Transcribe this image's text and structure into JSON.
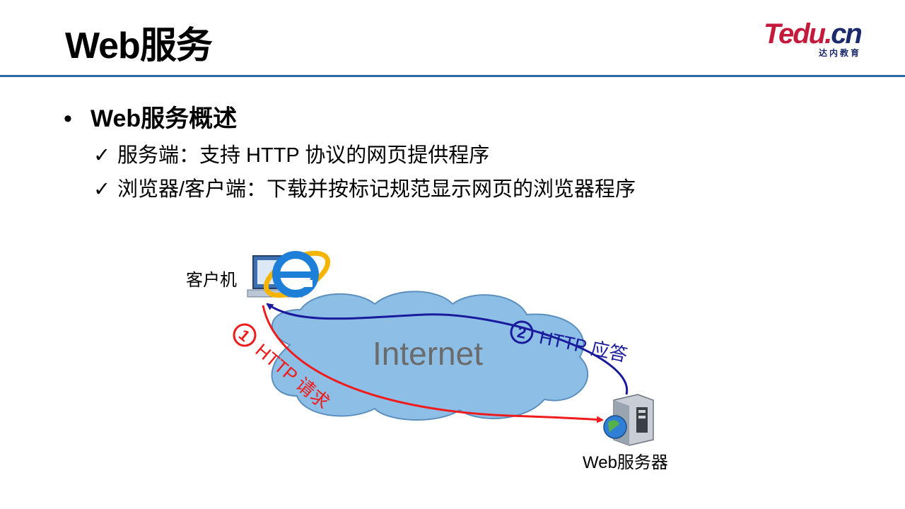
{
  "header": {
    "title": "Web服务",
    "logo_main": "Tedu.",
    "logo_cn": "cn",
    "logo_sub": "达内教育"
  },
  "content": {
    "bullet": "Web服务概述",
    "bullet_dot": "•",
    "check_mark": "✓",
    "items": [
      "服务端：支持 HTTP 协议的网页提供程序",
      "浏览器/客户端：下载并按标记规范显示网页的浏览器程序"
    ]
  },
  "diagram": {
    "cloud_label": "Internet",
    "client_label": "客户机",
    "server_label": "Web服务器",
    "request_number": "1",
    "request_label": "HTTP 请求",
    "response_number": "2",
    "response_label": "HTTP 应答",
    "colors": {
      "cloud_fill": "#8dbfe6",
      "cloud_stroke": "#5b8fbe",
      "request": "#ee1c1c",
      "response": "#1a1a9c",
      "rule": "#2b6aa6"
    }
  }
}
